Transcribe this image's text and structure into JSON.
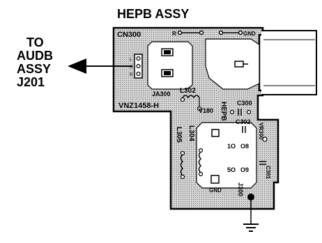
{
  "title": "HEPB ASSY",
  "arrow_label": [
    "TO",
    "AUDB",
    "ASSY",
    "J201"
  ],
  "board_labels": {
    "cn300": "CN300",
    "board_id": "VNZ1458-H",
    "ja300": "JA300",
    "l302": "L302",
    "hepb": "HEPB",
    "c300": "C300",
    "c302": "C302",
    "v180": "V180",
    "vr300": "VR300",
    "l305": "L305",
    "l304": "L304",
    "c301": "C301",
    "j300": "J300",
    "gnd_top": "GND",
    "gnd_bottom": "GND",
    "r_top": "R",
    "l_conn": "L",
    "g_conn": "G",
    "r_conn": "R"
  },
  "pin_labels": {
    "p10": "1O",
    "o8": "O8",
    "p50": "5O",
    "o9": "O9"
  },
  "colors": {
    "board_fill": "#cfcfcf",
    "ink": "#000000",
    "background": "#ffffff"
  }
}
